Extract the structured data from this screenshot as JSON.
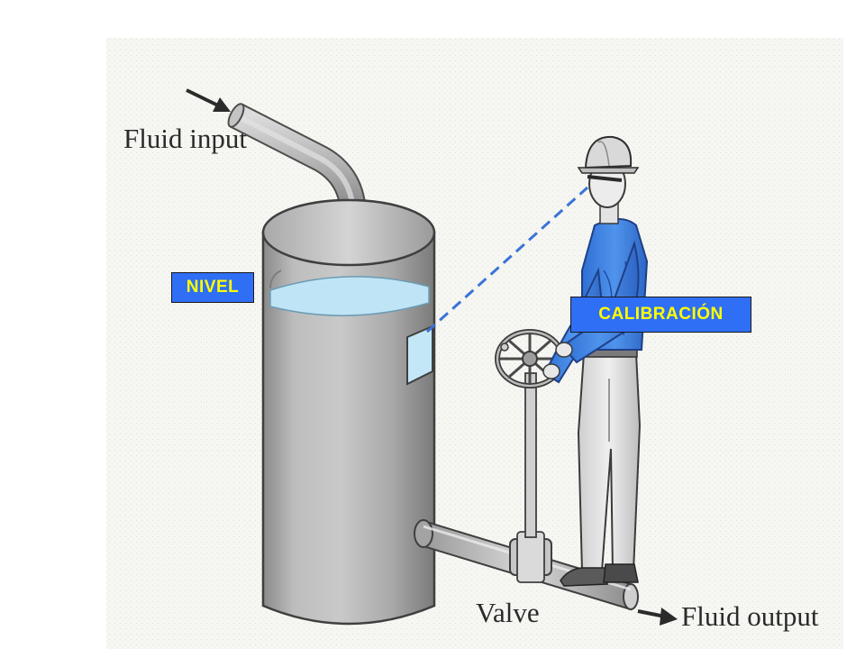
{
  "labels": {
    "fluid_input": "Fluid input",
    "fluid_output": "Fluid output",
    "valve": "Valve"
  },
  "callouts": {
    "level": "NIVEL",
    "calibration": "CALIBRACIÓN"
  },
  "colors": {
    "callout_background": "#2f6ff5",
    "callout_text": "#ffff00",
    "tank_metal": "#b9b9b9",
    "water": "#bfe4f6",
    "shirt": "#3f86e6",
    "sight_line": "#3a73d8"
  },
  "icons": {
    "input_arrow": "arrow-right-down-icon",
    "output_arrow": "arrow-right-icon",
    "handwheel": "valve-handwheel-icon"
  }
}
